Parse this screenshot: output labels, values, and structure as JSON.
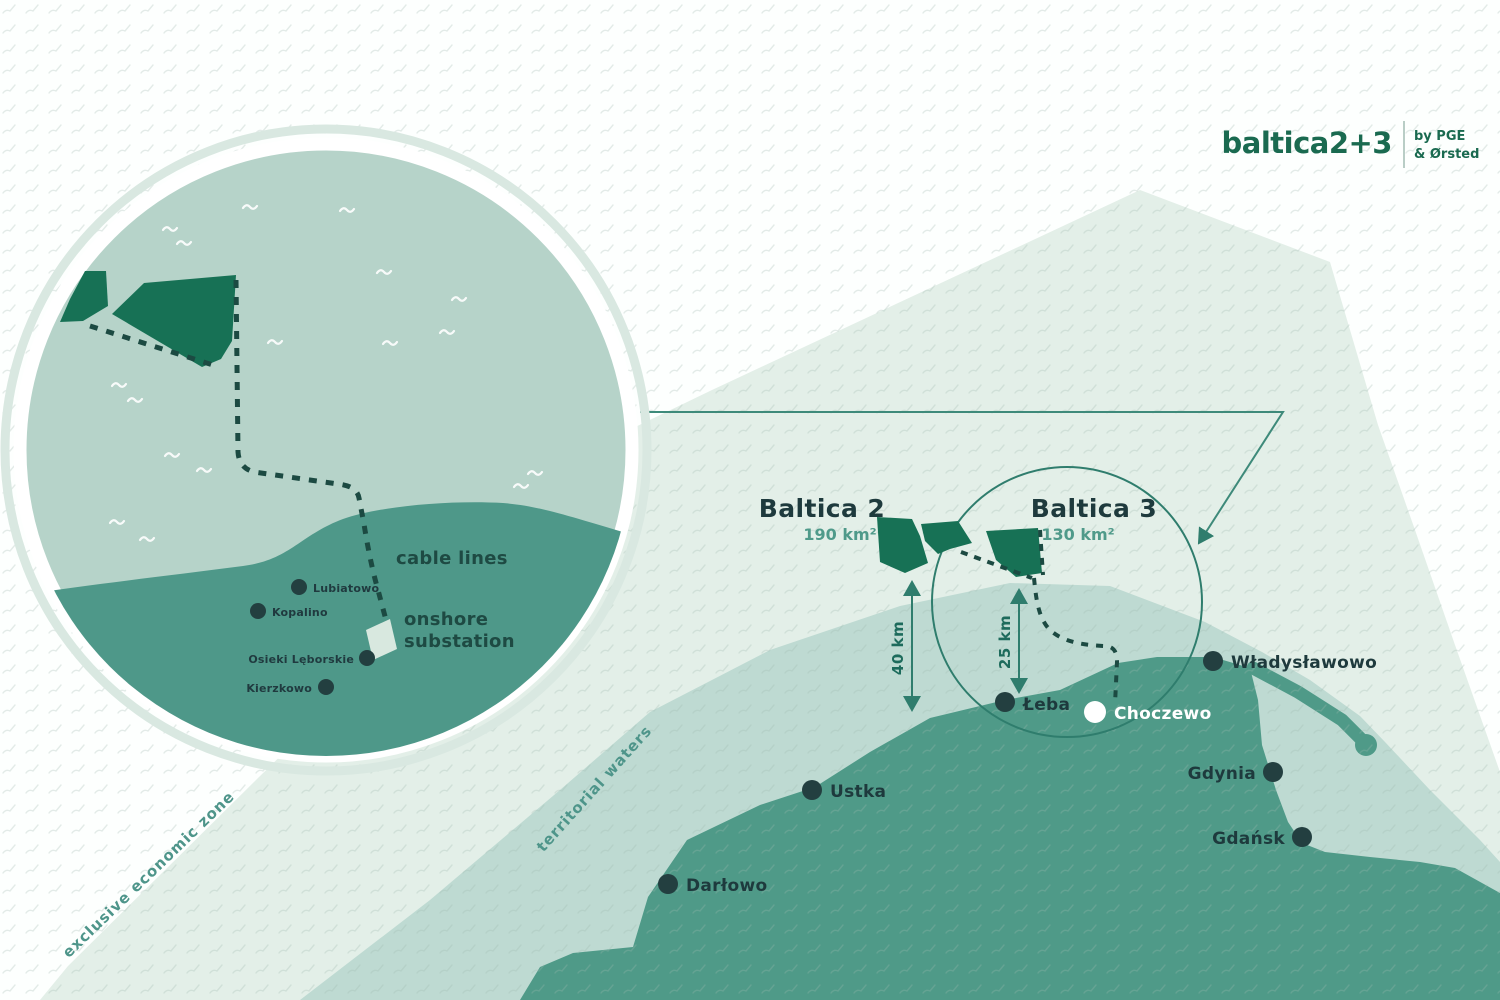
{
  "logo": {
    "brand": "baltica2+3",
    "by_line1": "by PGE",
    "by_line2": "& Ørsted"
  },
  "zones": {
    "eez_label": "exclusive economic zone",
    "territorial_label": "territorial waters"
  },
  "wind_farms": [
    {
      "name": "Baltica 2",
      "area": "190 km²"
    },
    {
      "name": "Baltica 3",
      "area": "130 km²"
    }
  ],
  "distances": [
    {
      "label": "40 km"
    },
    {
      "label": "25 km"
    }
  ],
  "cities": [
    {
      "name": "Łeba",
      "dot": "dark"
    },
    {
      "name": "Choczewo",
      "dot": "white"
    },
    {
      "name": "Władysławowo",
      "dot": "dark"
    },
    {
      "name": "Gdynia",
      "dot": "dark"
    },
    {
      "name": "Gdańsk",
      "dot": "dark"
    },
    {
      "name": "Ustka",
      "dot": "dark"
    },
    {
      "name": "Darłowo",
      "dot": "dark"
    }
  ],
  "inset": {
    "cable_lines_label": "cable lines",
    "substation_line1": "onshore",
    "substation_line2": "substation",
    "towns": [
      {
        "name": "Lubiatowo"
      },
      {
        "name": "Kopalino"
      },
      {
        "name": "Osieki Lęborskie"
      },
      {
        "name": "Kierzkowo"
      }
    ]
  },
  "colors": {
    "wind_farm_green": "#177155",
    "land_teal": "#4f9a88",
    "territorial_waters": "#bedad2",
    "eez_light": "#e3efe8",
    "inset_sea": "#b6d3c9",
    "dark_text": "#1e3a3d",
    "brand_green": "#1a6a50",
    "line_teal": "#2f7d6d",
    "dash_dark": "#1c4a42"
  },
  "icons": {
    "city_dot": "filled-circle",
    "choczewo_dot": "white-filled-circle",
    "magnifier_circle": "circle-outline",
    "wave": "tilde-squiggle",
    "substation": "tilted-building-block",
    "distance_arrow": "double-headed-arrow"
  }
}
